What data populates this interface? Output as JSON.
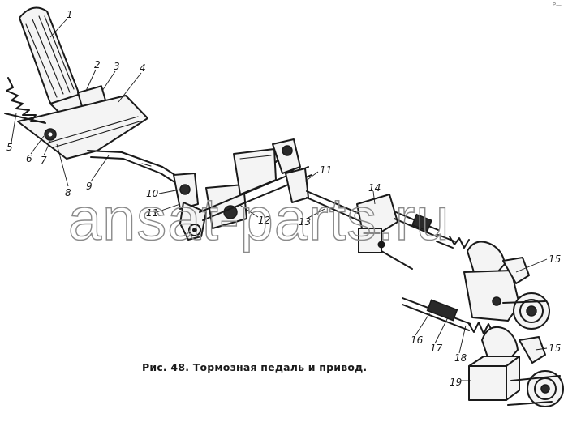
{
  "figure": {
    "caption": "Рис. 48. Тормозная педаль и привод.",
    "watermark": "ansat-parts.ru",
    "corner_mark": "Р—"
  },
  "callouts": [
    {
      "id": "c1",
      "label": "1"
    },
    {
      "id": "c2",
      "label": "2"
    },
    {
      "id": "c3",
      "label": "3"
    },
    {
      "id": "c4",
      "label": "4"
    },
    {
      "id": "c5",
      "label": "5"
    },
    {
      "id": "c6",
      "label": "6"
    },
    {
      "id": "c7",
      "label": "7"
    },
    {
      "id": "c8",
      "label": "8"
    },
    {
      "id": "c9",
      "label": "9"
    },
    {
      "id": "c10",
      "label": "10"
    },
    {
      "id": "c11a",
      "label": "11"
    },
    {
      "id": "c11b",
      "label": "11"
    },
    {
      "id": "c12",
      "label": "12"
    },
    {
      "id": "c13",
      "label": "13"
    },
    {
      "id": "c14",
      "label": "14"
    },
    {
      "id": "c15a",
      "label": "15"
    },
    {
      "id": "c15b",
      "label": "15"
    },
    {
      "id": "c16",
      "label": "16"
    },
    {
      "id": "c17",
      "label": "17"
    },
    {
      "id": "c18",
      "label": "18"
    },
    {
      "id": "c19",
      "label": "19"
    }
  ]
}
